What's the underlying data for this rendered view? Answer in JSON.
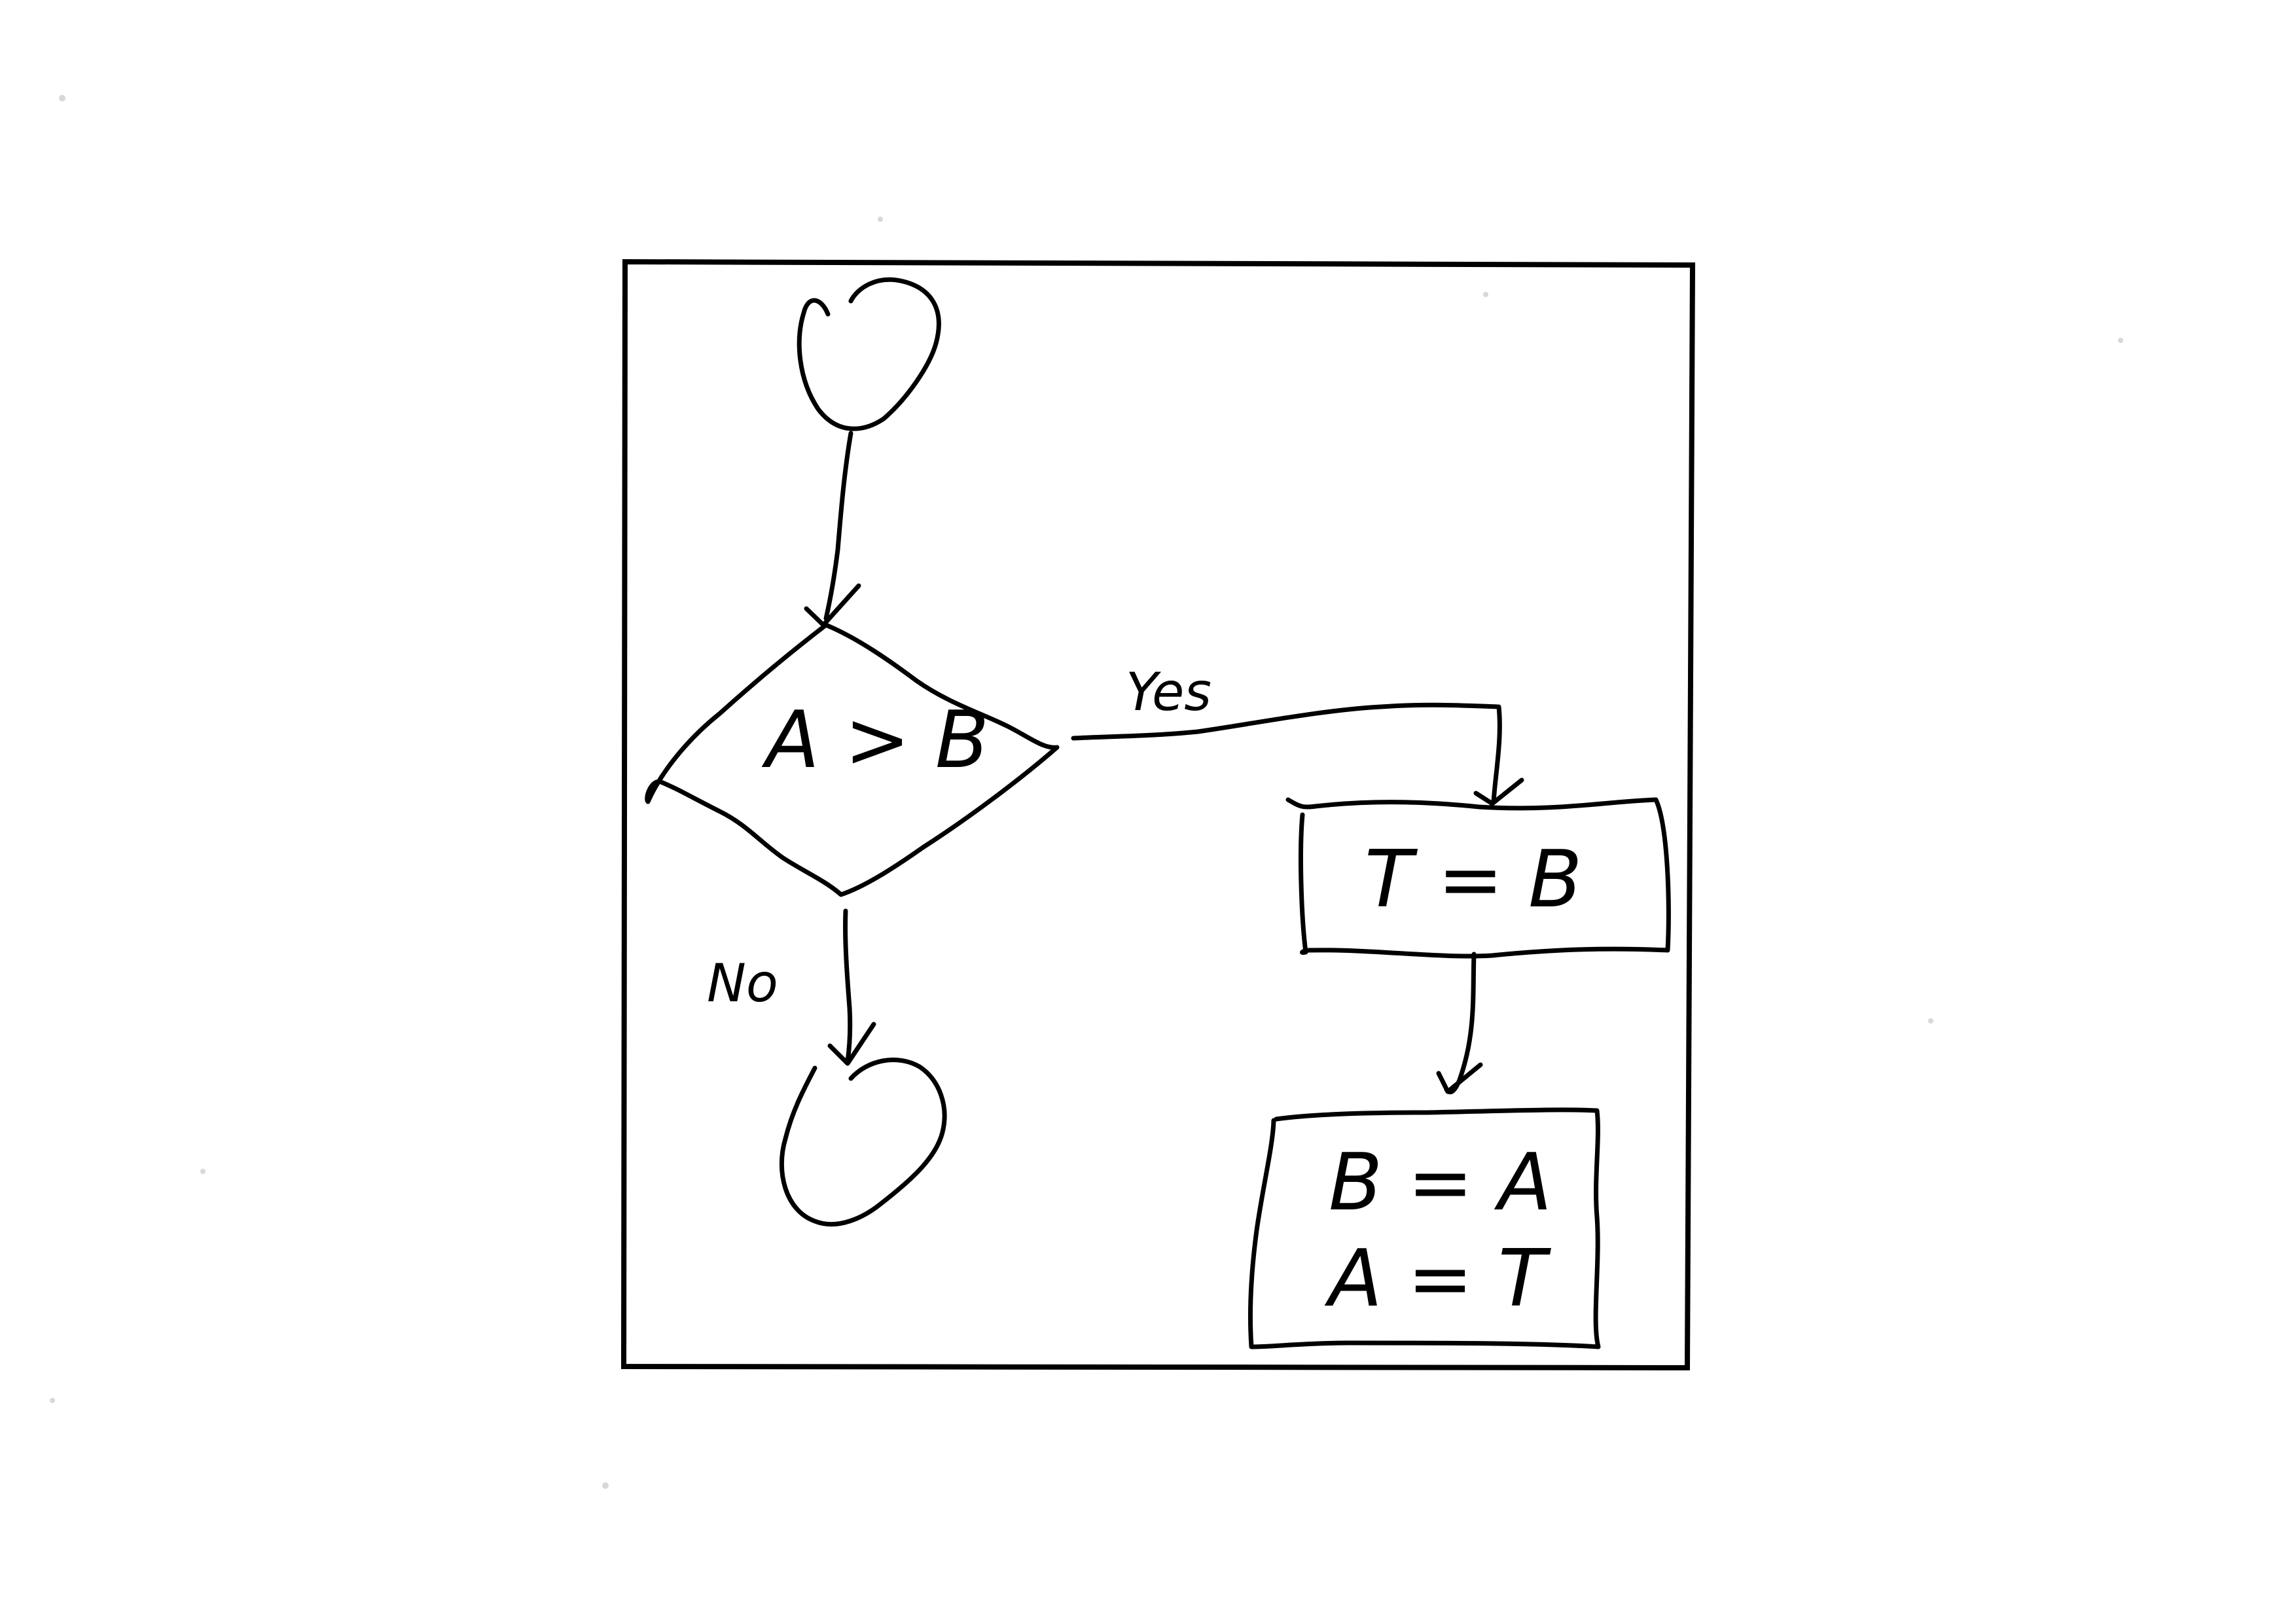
{
  "diagram": {
    "decision": {
      "text": "A > B"
    },
    "process_1": {
      "text": "T = B"
    },
    "process_2": {
      "line_1": "B = A",
      "line_2": "A = T"
    },
    "edge_yes": {
      "label": "Yes"
    },
    "edge_no": {
      "label": "No"
    }
  },
  "colors": {
    "ink": "#000000",
    "paper": "#ffffff"
  }
}
